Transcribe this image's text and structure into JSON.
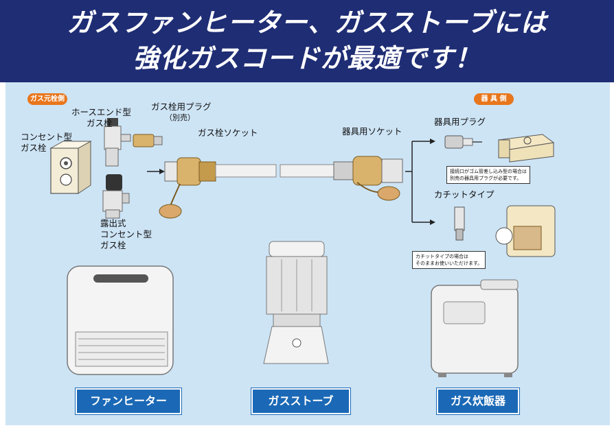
{
  "header": {
    "line1": "ガスファンヒーター、ガスストーブには",
    "line2": "強化ガスコードが最適です！"
  },
  "tags": {
    "gas_source_side": "ガス元栓側",
    "appliance_side": "器 具 側"
  },
  "labels": {
    "hose_end_valve": [
      "ホースエンド型",
      "ガス栓"
    ],
    "outlet_valve": [
      "コンセント型",
      "ガス栓"
    ],
    "exposed_outlet_valve": [
      "露出式",
      "コンセント型",
      "ガス栓"
    ],
    "valve_plug": "ガス栓用プラグ",
    "valve_plug_note": "（別売）",
    "valve_socket": "ガス栓ソケット",
    "appliance_socket": "器具用ソケット",
    "appliance_plug": "器具用プラグ",
    "click_type": "カチットタイプ"
  },
  "notes": {
    "rubber_hose_note": [
      "接続口がゴム管差し込み型の場合は",
      "別売の器具用プラグが必要です。"
    ],
    "click_type_note": [
      "カチットタイプの場合は",
      "そのままお使いいただけます。"
    ]
  },
  "appliances": [
    {
      "name": "ファンヒーター"
    },
    {
      "name": "ガスストーブ"
    },
    {
      "name": "ガス炊飯器"
    }
  ],
  "colors": {
    "header_bg": "#1f2d74",
    "panel_bg": "#cde4f5",
    "tag_orange": "#e8761c",
    "label_blue": "#1b69b6"
  }
}
